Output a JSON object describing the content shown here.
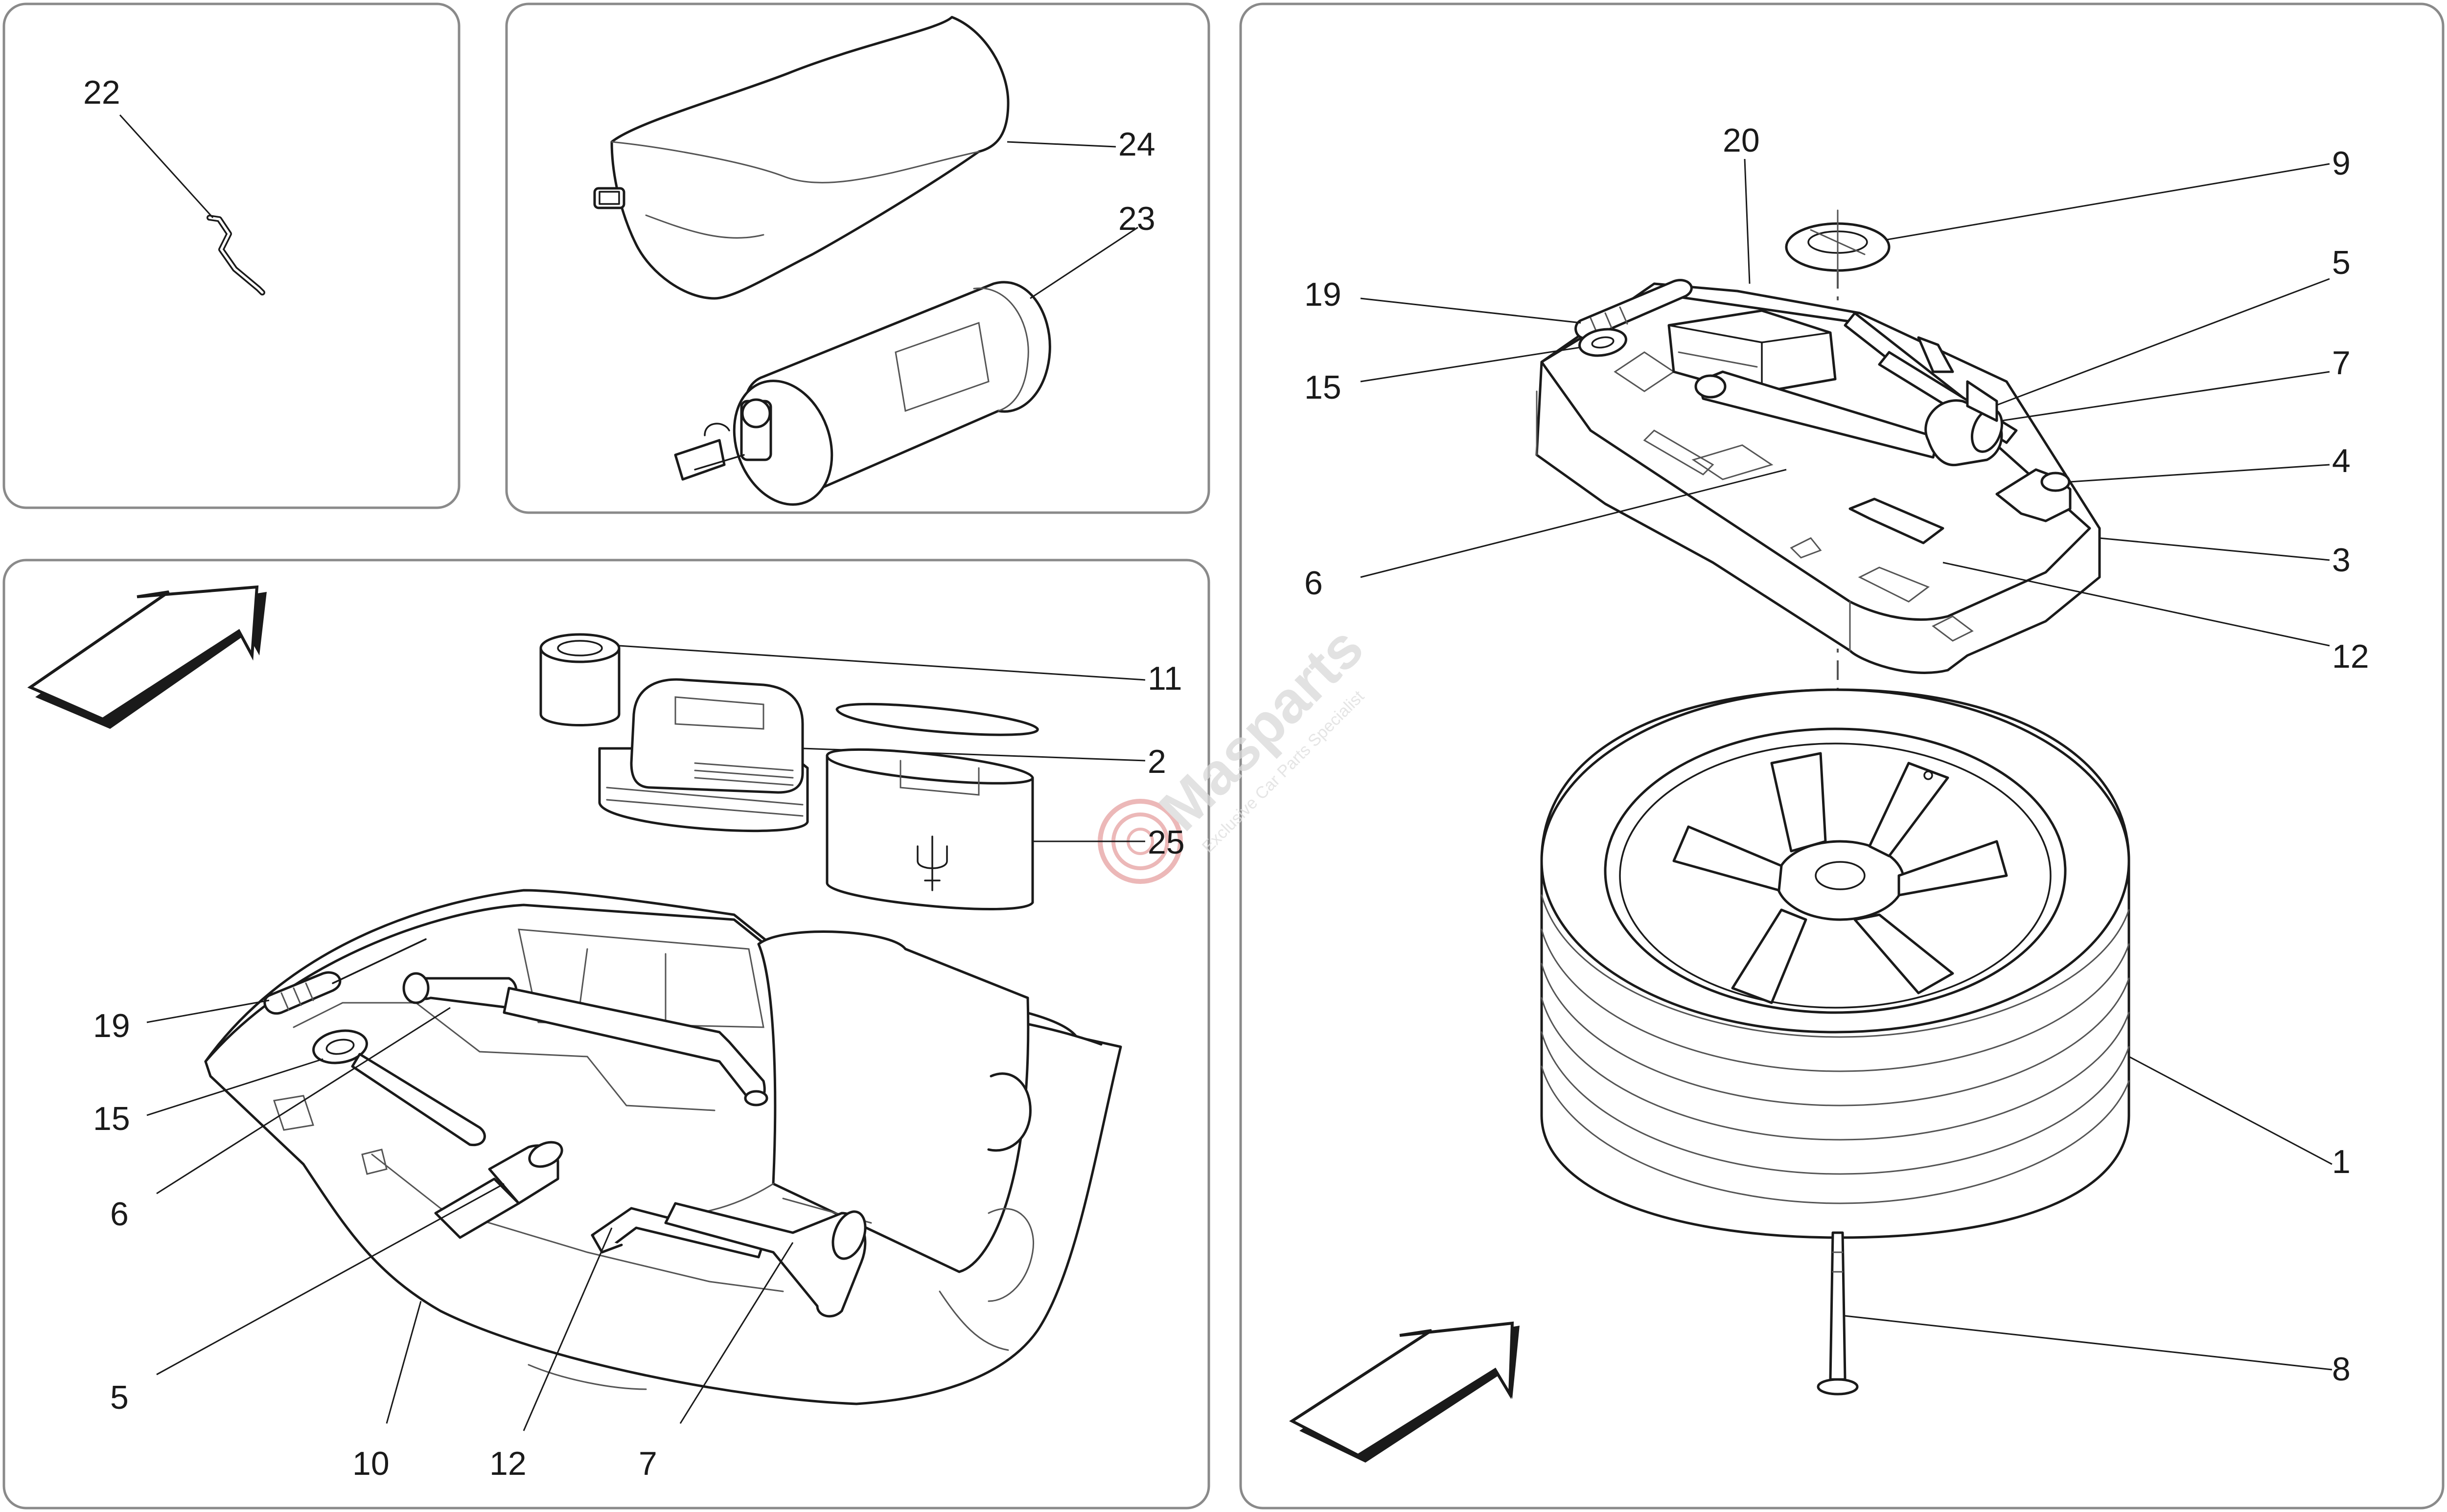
{
  "watermark": {
    "brand": "Masparts",
    "tagline": "Exclusive Car Parts Specialist",
    "logo_color": "#e04040"
  },
  "panel_tools": {
    "callouts": [
      "22"
    ]
  },
  "panel_kit": {
    "callouts": [
      "24",
      "23"
    ]
  },
  "panel_tray": {
    "callouts": [
      "11",
      "2",
      "25",
      "19",
      "15",
      "6",
      "5",
      "10",
      "12",
      "7"
    ]
  },
  "panel_spare": {
    "callouts": [
      "20",
      "9",
      "5",
      "7",
      "4",
      "3",
      "12",
      "19",
      "15",
      "6",
      "1",
      "8"
    ]
  },
  "colors": {
    "line": "#1a1a1a",
    "panel_border": "#8a8a8a",
    "background": "#ffffff"
  },
  "icons": [
    "direction-arrow-icon",
    "trident-logo-icon",
    "masparts-logo-icon"
  ]
}
